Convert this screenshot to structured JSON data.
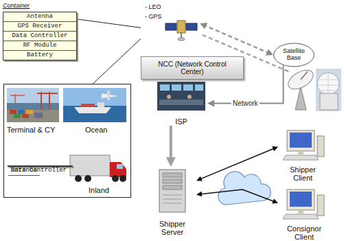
{
  "diagram": {
    "nodes": [
      {
        "text": [
          "Container",
          "Antenna",
          "GPS Receiver",
          "Data Controller",
          "RF Module",
          "Battery"
        ]
      },
      {
        "text": [
          "- LEO",
          "- GPS"
        ]
      },
      {
        "text": [
          "Satellite Base"
        ]
      },
      {
        "text": [
          "NCC (Network Control Center)"
        ]
      },
      {
        "text": [
          "ISP"
        ]
      },
      {
        "text": [
          "Terminal & CY",
          "Ocean",
          "Inland"
        ]
      },
      {
        "text": [
          "Antenna",
          "Data Controller"
        ],
        "in": 5
      },
      {
        "text": [
          "Shipper Server"
        ]
      },
      {
        "text": [
          "Shipper Client"
        ]
      },
      {
        "text": [
          "Consignor Client"
        ]
      }
    ],
    "edges": [
      {
        "from": 0,
        "to": 1,
        "arrow": "none"
      },
      {
        "from": 5,
        "to": 1,
        "arrow": "none"
      },
      {
        "from": 1,
        "to": 2,
        "arrow": "both"
      },
      {
        "from": 2,
        "to": 4,
        "label": "Network",
        "arrow": "to"
      },
      {
        "from": 4,
        "to": 7,
        "arrow": "to"
      },
      {
        "from": 7,
        "to": 8,
        "arrow": "both"
      },
      {
        "from": 7,
        "to": 9,
        "arrow": "both"
      }
    ]
  }
}
